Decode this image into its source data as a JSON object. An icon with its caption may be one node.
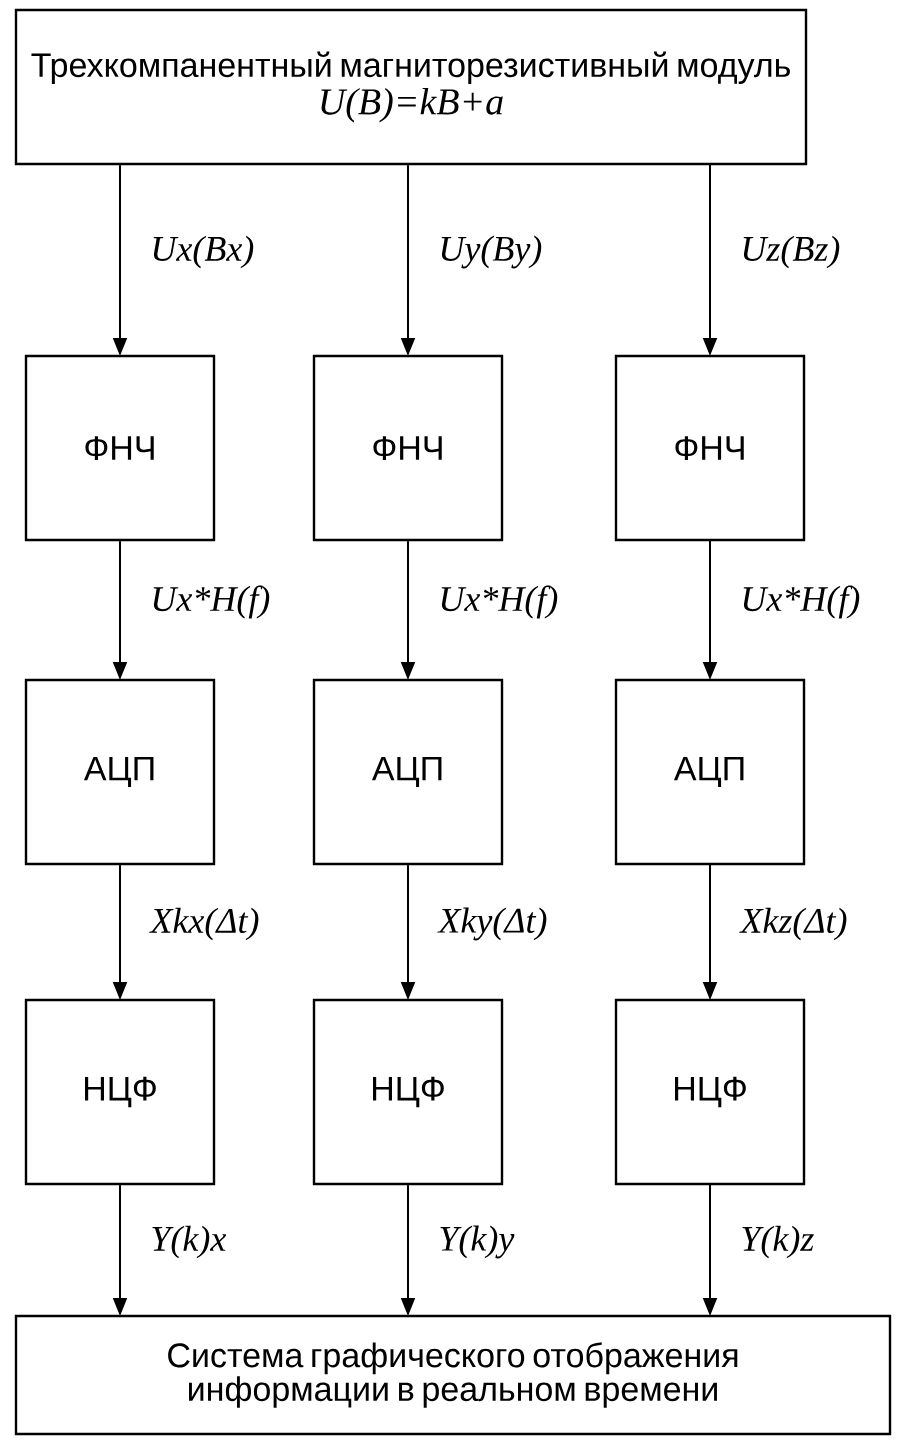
{
  "diagram": {
    "nodes": [
      {
        "text": [
          "Трехкомпанентный магниторезистивный модуль",
          "U(B)=kB+a"
        ]
      },
      {
        "text": [
          "ФНЧ"
        ]
      },
      {
        "text": [
          "ФНЧ"
        ]
      },
      {
        "text": [
          "ФНЧ"
        ]
      },
      {
        "text": [
          "АЦП"
        ]
      },
      {
        "text": [
          "АЦП"
        ]
      },
      {
        "text": [
          "АЦП"
        ]
      },
      {
        "text": [
          "НЦФ"
        ]
      },
      {
        "text": [
          "НЦФ"
        ]
      },
      {
        "text": [
          "НЦФ"
        ]
      },
      {
        "text": [
          "Система графического отображения информации в реальном времени"
        ]
      }
    ],
    "edges": [
      {
        "from": 0,
        "to": 1,
        "arrow": "to",
        "label": "Ux(Bx)"
      },
      {
        "from": 0,
        "to": 2,
        "arrow": "to",
        "label": "Uy(By)"
      },
      {
        "from": 0,
        "to": 3,
        "arrow": "to",
        "label": "Uz(Bz)"
      },
      {
        "from": 1,
        "to": 4,
        "arrow": "to",
        "label": "Ux*H(f)"
      },
      {
        "from": 2,
        "to": 5,
        "arrow": "to",
        "label": "Ux*H(f)"
      },
      {
        "from": 3,
        "to": 6,
        "arrow": "to",
        "label": "Ux*H(f)"
      },
      {
        "from": 4,
        "to": 7,
        "arrow": "to",
        "label": "Xkx(Δt)"
      },
      {
        "from": 5,
        "to": 8,
        "arrow": "to",
        "label": "Xky(Δt)"
      },
      {
        "from": 6,
        "to": 9,
        "arrow": "to",
        "label": "Xkz(Δt)"
      },
      {
        "from": 7,
        "to": 10,
        "arrow": "to",
        "label": "Y(k)x"
      },
      {
        "from": 8,
        "to": 10,
        "arrow": "to",
        "label": "Y(k)y"
      },
      {
        "from": 9,
        "to": 10,
        "arrow": "to",
        "label": "Y(k)z"
      }
    ]
  }
}
